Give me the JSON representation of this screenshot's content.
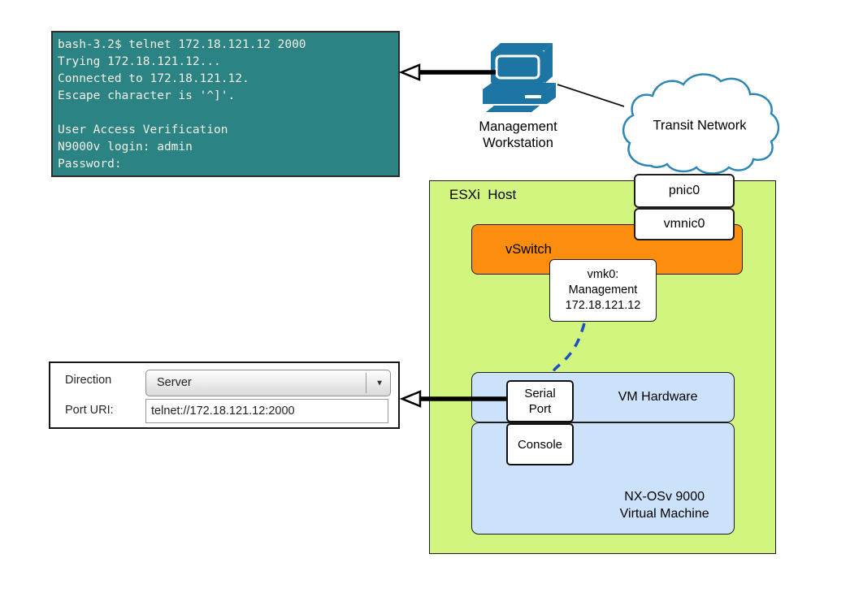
{
  "colors": {
    "terminal_bg": "#2B8383",
    "terminal_text": "#F2F0E6",
    "esxi_green": "#D2F57F",
    "vswitch_orange": "#FC8D0E",
    "vm_blue": "#CBE2FA",
    "cloud_border": "#2E86B5",
    "workstation_teal": "#1C75A3",
    "dashed_blue": "#1A4FC8"
  },
  "terminal": {
    "lines": [
      "bash-3.2$ telnet 172.18.121.12 2000",
      "Trying 172.18.121.12...",
      "Connected to 172.18.121.12.",
      "Escape character is '^]'.",
      "",
      "User Access Verification",
      "N9000v login: admin",
      "Password:"
    ]
  },
  "workstation": {
    "lines": [
      "Management",
      "Workstation"
    ]
  },
  "cloud": {
    "label": "Transit Network"
  },
  "esxi": {
    "label": "ESXi  Host",
    "pnic": "pnic0",
    "vmnic": "vmnic0",
    "vswitch": "vSwitch",
    "vmk0_lines": [
      "vmk0:",
      "Management",
      "172.18.121.12"
    ],
    "vm_hardware": "VM Hardware",
    "serial_port_lines": [
      "Serial",
      "Port"
    ],
    "console": "Console",
    "vm_lines": [
      "NX-OSv 9000",
      "Virtual Machine"
    ]
  },
  "form": {
    "direction_label": "Direction",
    "direction_value": "Server",
    "port_uri_label": "Port URI:",
    "port_uri_value": "telnet://172.18.121.12:2000"
  }
}
